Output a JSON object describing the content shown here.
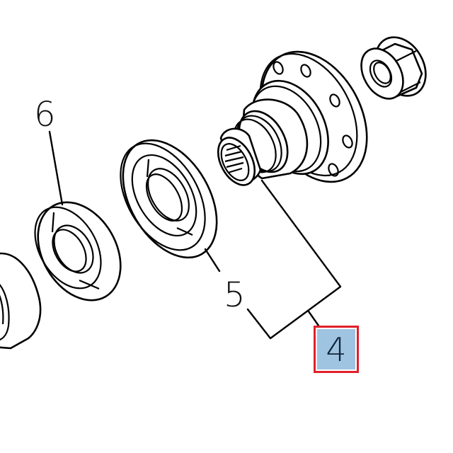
{
  "diagram": {
    "type": "exploded-parts-view",
    "parts": [
      {
        "id": "flange",
        "description": "drive flange with splined shaft and bolt holes"
      },
      {
        "id": "nut",
        "description": "hex flange nut"
      },
      {
        "id": "seal_washer",
        "description": "seal / washer"
      },
      {
        "id": "bearing",
        "description": "bearing"
      },
      {
        "id": "bearing_partial",
        "description": "partially visible bearing at left edge"
      }
    ],
    "callouts": [
      {
        "label": "6",
        "target": "bearing"
      },
      {
        "label": "5",
        "target": "seal_washer"
      },
      {
        "label": "4",
        "target": "flange group",
        "highlighted": true
      }
    ],
    "highlight": {
      "label": "4",
      "border_color": "#e0202a",
      "fill_color": "#9fc4e2"
    }
  }
}
